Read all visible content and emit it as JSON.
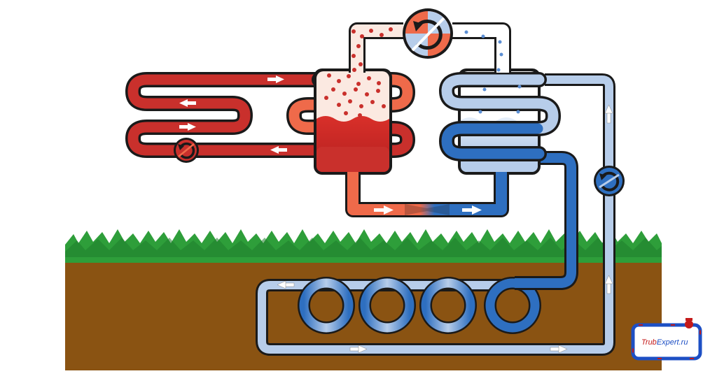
{
  "logo": {
    "part1": "Trub",
    "part2": "Expert",
    "part3": ".ru",
    "color_part1": "#c41a1a",
    "color_part2": "#1d4fc4",
    "color_part3": "#1d4fc4"
  },
  "colors": {
    "hot_dark": "#a31c1c",
    "hot": "#c9302c",
    "hot_light": "#ef6a4a",
    "cold_dark": "#1c4f99",
    "cold": "#2e6fc0",
    "cold_light": "#b7cdea",
    "grass": "#2e9e3a",
    "grass_dark": "#1f7e2b",
    "soil": "#8a5312",
    "outline": "#1a1a1a",
    "arrow": "#ffffff"
  },
  "icons": {
    "compressor": "reversing-valve-icon",
    "hot_pump": "circulation-pump-icon",
    "cold_pump": "circulation-pump-icon",
    "expansion": "expansion-valve-icon"
  }
}
